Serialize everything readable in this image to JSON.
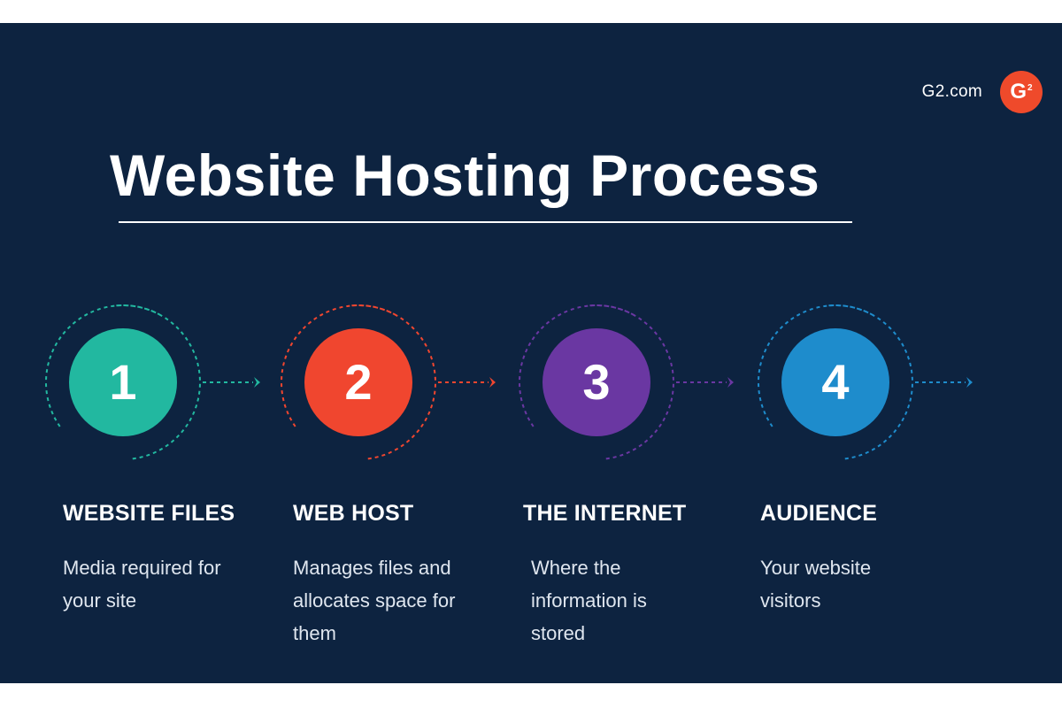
{
  "brand": {
    "site": "G2.com",
    "logo_letter": "G",
    "logo_sup": "2",
    "logo_color": "#ef4a2b"
  },
  "title": "Website Hosting Process",
  "background_color": "#0d2340",
  "steps": [
    {
      "number": "1",
      "heading": "WEBSITE FILES",
      "description": "Media required for your site",
      "color": "#22b8a0"
    },
    {
      "number": "2",
      "heading": "WEB HOST",
      "description": "Manages files and allocates space for them",
      "color": "#f0462f"
    },
    {
      "number": "3",
      "heading": "THE INTERNET",
      "description": "Where the information is stored",
      "color": "#6a37a2"
    },
    {
      "number": "4",
      "heading": "AUDIENCE",
      "description": "Your website visitors",
      "color": "#1e8ccc"
    }
  ]
}
